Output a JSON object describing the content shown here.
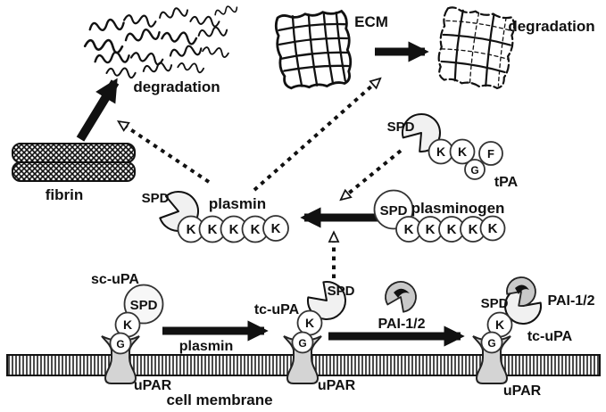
{
  "colors": {
    "ink": "#111111",
    "domain_fill": "#f1f1f1",
    "receptor_fill": "#d4d4d4",
    "pai_fill": "#c9c9c9",
    "background": "#ffffff"
  },
  "top": {
    "fibrin": {
      "label": "fibrin",
      "degradation": "degradation"
    },
    "ecm": {
      "label": "ECM",
      "degradation": "degradation"
    }
  },
  "mol": {
    "plasmin": {
      "name": "plasmin",
      "spd": "SPD",
      "k": [
        "K",
        "K",
        "K",
        "K",
        "K"
      ]
    },
    "plasminogen": {
      "name": "plasminogen",
      "spd": "SPD",
      "k": [
        "K",
        "K",
        "K",
        "K",
        "K"
      ]
    },
    "tpa": {
      "name": "tPA",
      "spd": "SPD",
      "k1": "K",
      "k2": "K",
      "g": "G",
      "f": "F"
    },
    "sc_upa": {
      "name": "sc-uPA",
      "spd": "SPD",
      "k": "K",
      "g": "G"
    },
    "tc_upa_mid": {
      "name": "tc-uPA",
      "spd": "SPD",
      "k": "K",
      "g": "G"
    },
    "tc_upa_right": {
      "name": "tc-uPA",
      "spd": "SPD",
      "k": "K",
      "g": "G"
    },
    "pai_mid": {
      "name": "PAI-1/2"
    },
    "pai_right": {
      "name": "PAI-1/2"
    }
  },
  "membrane": {
    "label": "cell membrane",
    "upar_left": "uPAR",
    "upar_mid": "uPAR",
    "upar_right": "uPAR"
  },
  "arrows": {
    "plasmin_label": "plasmin"
  }
}
